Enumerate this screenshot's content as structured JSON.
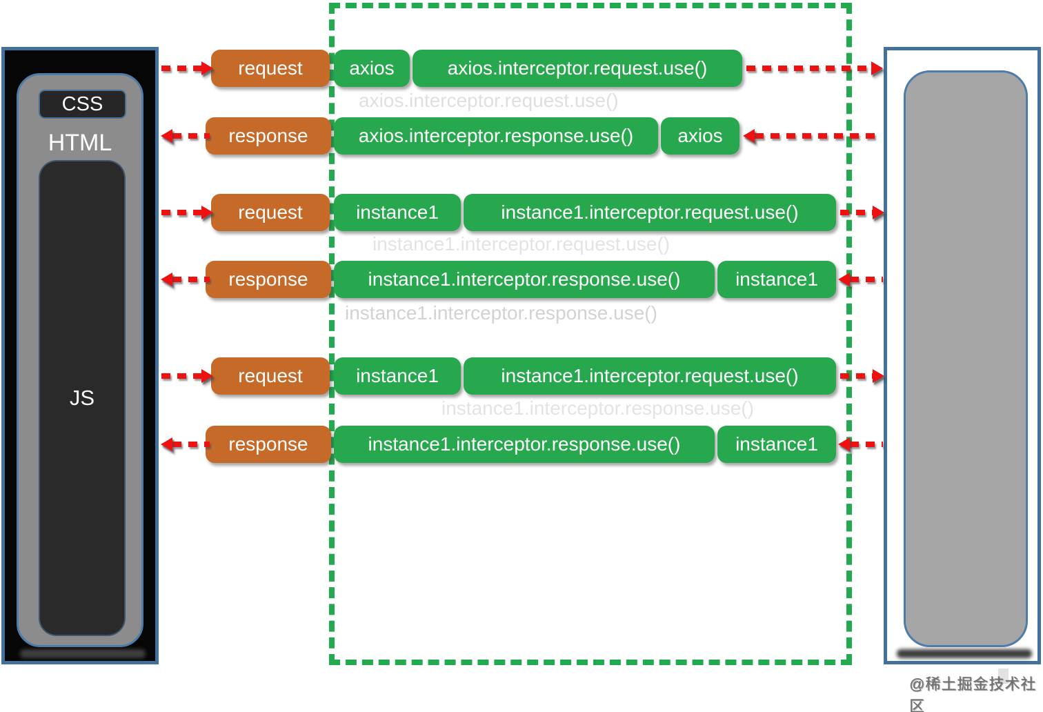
{
  "left_panel": {
    "css_label": "CSS",
    "html_label": "HTML",
    "js_label": "JS"
  },
  "middle": {
    "rows": [
      {
        "type": "request",
        "label": "request",
        "pill1": "axios",
        "pill2": "axios.interceptor.request.use()"
      },
      {
        "type": "response",
        "label": "response",
        "pill1": "axios.interceptor.response.use()",
        "pill2": "axios"
      },
      {
        "type": "request",
        "label": "request",
        "pill1": "instance1",
        "pill2": "instance1.interceptor.request.use()"
      },
      {
        "type": "response",
        "label": "response",
        "pill1": "instance1.interceptor.response.use()",
        "pill2": "instance1"
      },
      {
        "type": "request",
        "label": "request",
        "pill1": "instance1",
        "pill2": "instance1.interceptor.request.use()"
      },
      {
        "type": "response",
        "label": "response",
        "pill1": "instance1.interceptor.response.use()",
        "pill2": "instance1"
      }
    ]
  },
  "ghosts": [
    {
      "text": "axios.interceptor.request.use()"
    },
    {
      "text": "instance1.interceptor.request.use()"
    },
    {
      "text": "instance1.interceptor.response.use()"
    },
    {
      "text": "instance1.interceptor.response.use()"
    }
  ],
  "watermark": {
    "text": "@稀土掘金技术社区"
  },
  "colors": {
    "green": "#28A84E",
    "green_border": "#23A94F",
    "orange": "#C66A29",
    "blue_border": "#41719C",
    "red": "#EE1111",
    "browser_panel_gray": "#8C8C8C",
    "server_panel_gray": "#A6A6A6",
    "dark_box": "#2A2A2A"
  }
}
